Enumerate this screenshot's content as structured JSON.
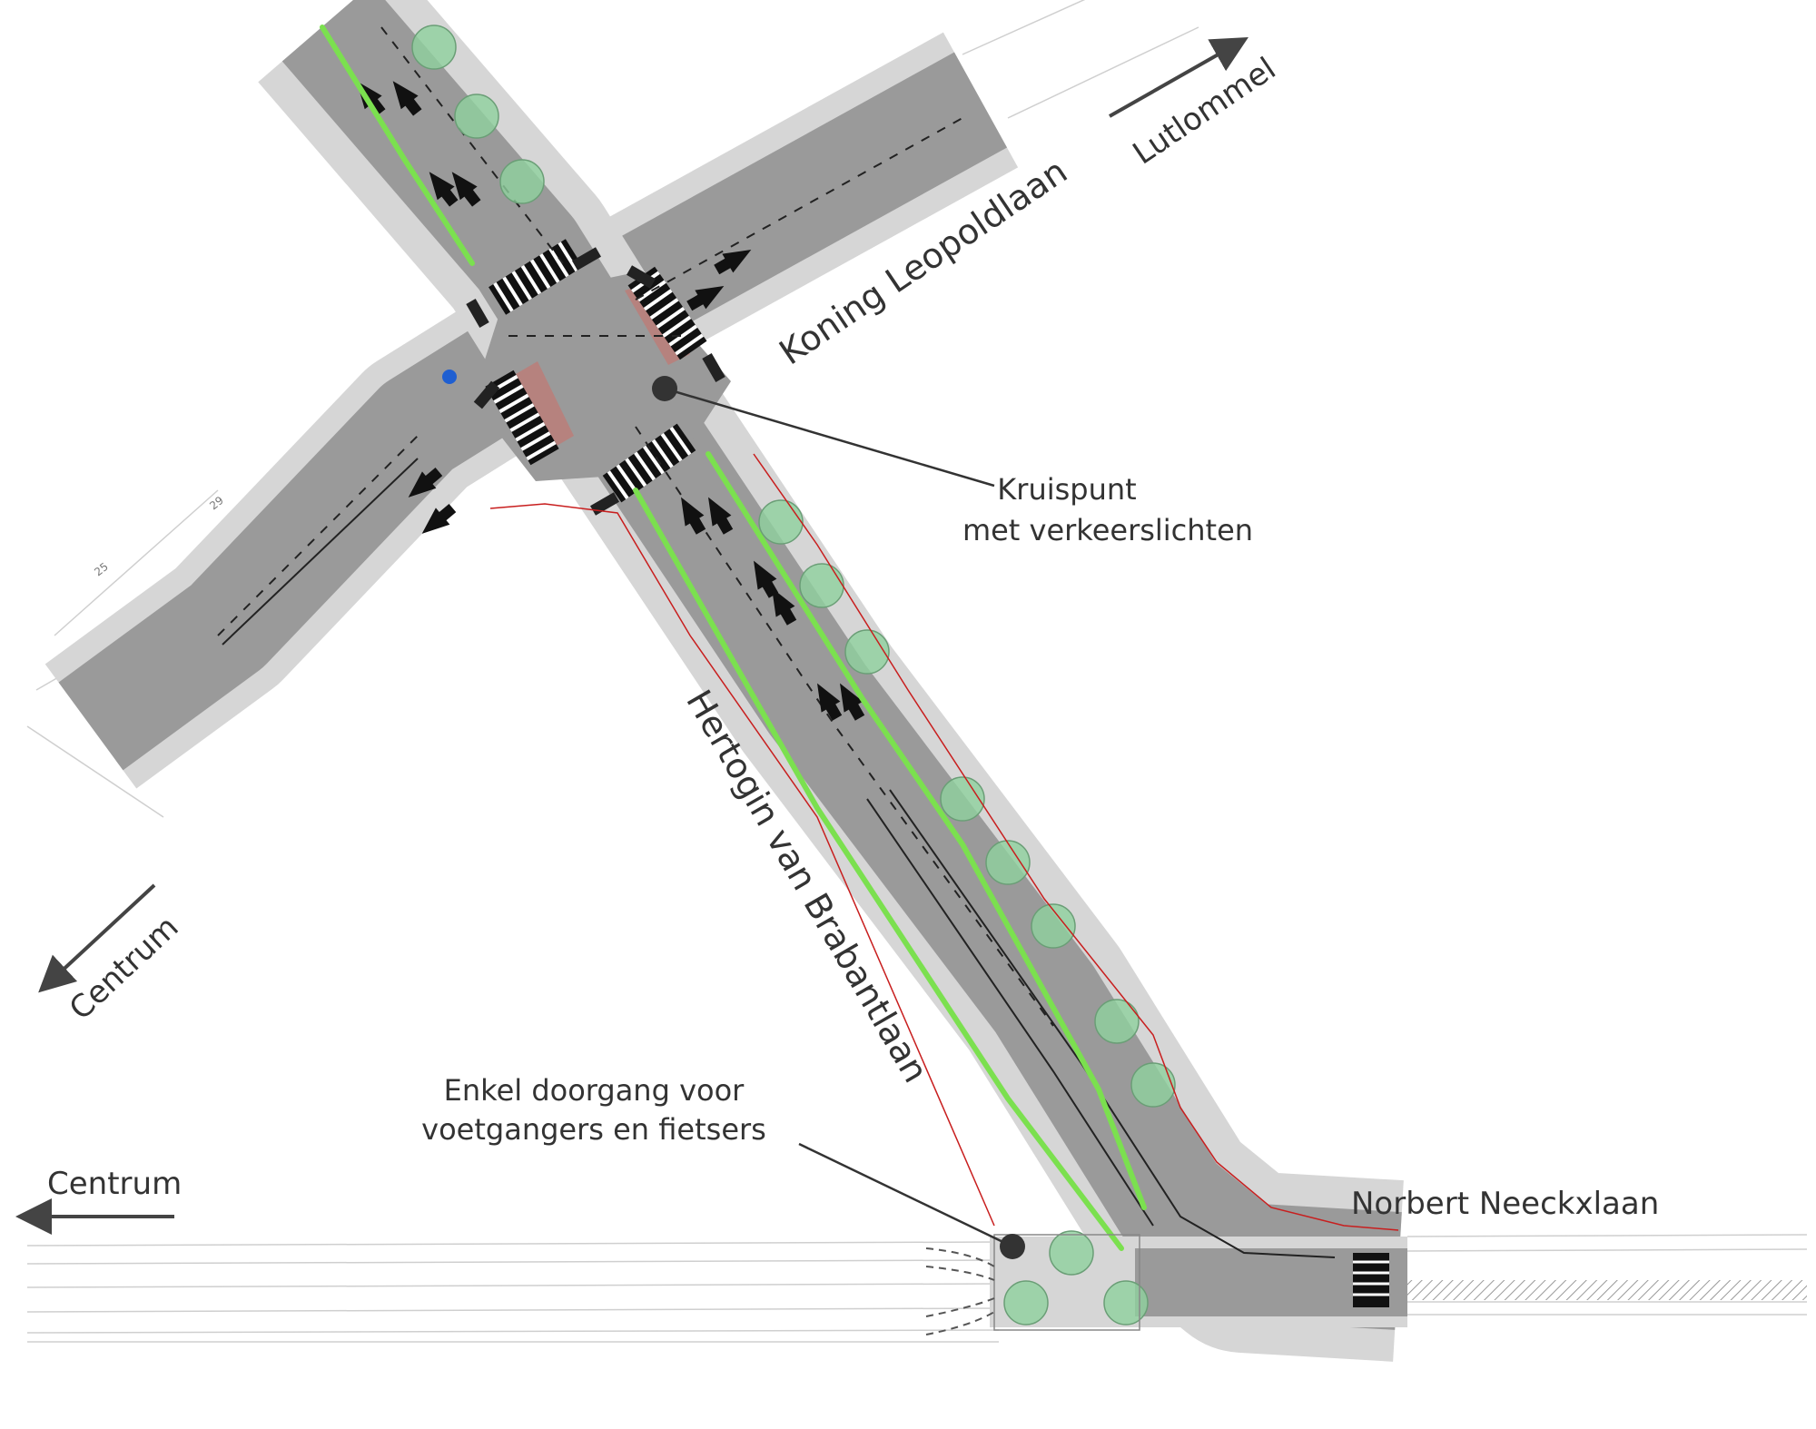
{
  "streets": {
    "koning_leopoldlaan": "Koning Leopoldlaan",
    "hertogin_van_brabantlaan": "Hertogin van Brabantlaan",
    "norbert_neeckxlaan": "Norbert Neeckxlaan"
  },
  "directions": {
    "lutlommel": "Lutlommel",
    "centrum_diagonal": "Centrum",
    "centrum_bottom": "Centrum"
  },
  "callouts": {
    "kruispunt_line1": "Kruispunt",
    "kruispunt_line2": "met verkeerslichten",
    "doorgang_line1": "Enkel doorgang voor",
    "doorgang_line2": "voetgangers en fietsers"
  },
  "plan_marks": {
    "number_25": "25",
    "number_29": "29"
  },
  "colors": {
    "road_asphalt": "#9a9a9a",
    "road_edge": "#d6d6d6",
    "bike_lane": "#7be04f",
    "trees": "#8fd19e",
    "property_line": "#c81e1e",
    "red_asphalt": "#b97f7b",
    "label_text": "#333333",
    "arrow": "#444444"
  }
}
